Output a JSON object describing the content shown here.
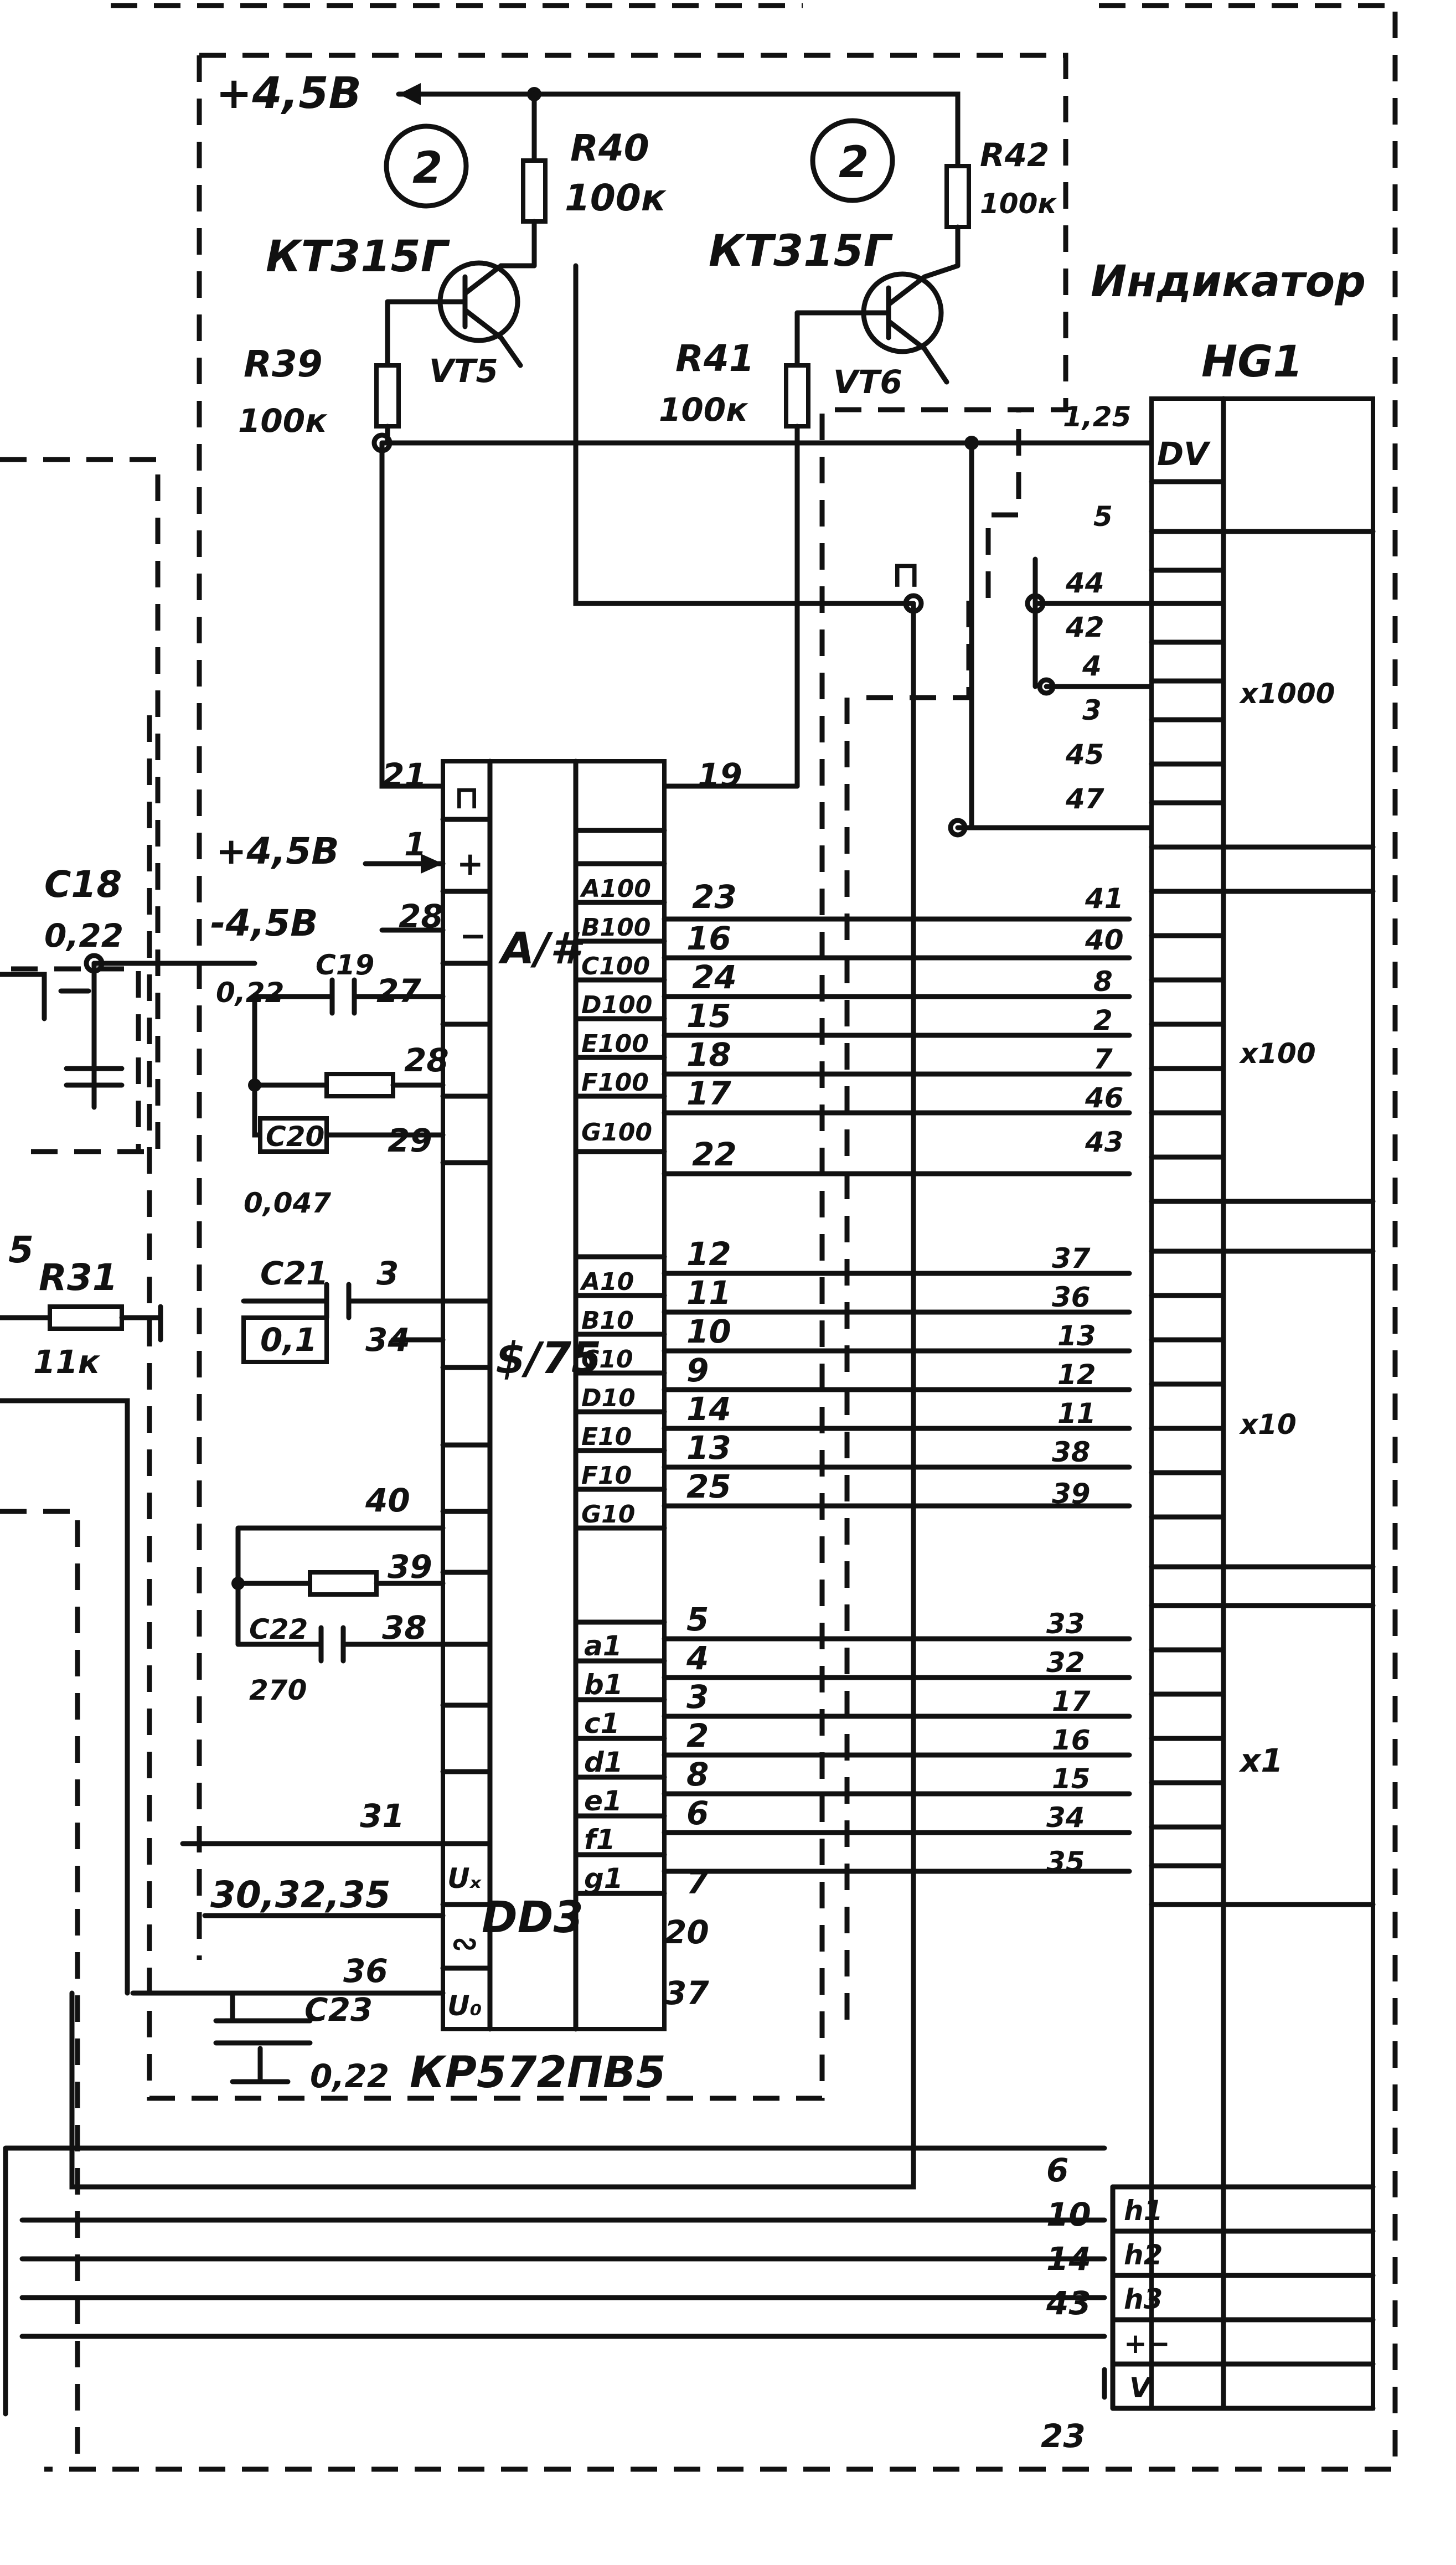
{
  "supply": {
    "plus": "+4,5В",
    "plus2": "+4,5В",
    "minus": "-4,5В",
    "mark": "2"
  },
  "transistors": {
    "vt5": {
      "type": "КТ315Г",
      "ref": "VT5"
    },
    "vt6": {
      "type": "КТ315Г",
      "ref": "VT6"
    }
  },
  "resistors": {
    "r39": {
      "ref": "R39",
      "value": "100к"
    },
    "r40": {
      "ref": "R40",
      "value": "100к"
    },
    "r41": {
      "ref": "R41",
      "value": "100к"
    },
    "r42": {
      "ref": "R42",
      "value": "100к"
    },
    "r31": {
      "ref": "R31",
      "value": "11к"
    }
  },
  "capacitors": {
    "c18": {
      "ref": "C18",
      "value": "0,22"
    },
    "c19": {
      "ref": "C19",
      "value": "0,22"
    },
    "c20": {
      "ref": "C20",
      "value": "0,047"
    },
    "c21": {
      "ref": "C21",
      "value": "0,1"
    },
    "c22": {
      "ref": "C22",
      "value": "270"
    },
    "c23": {
      "ref": "C23",
      "value": "0,22"
    }
  },
  "chip": {
    "ref": "DD3",
    "part": "КР572ПВ5",
    "func_top": "A/#",
    "func_mid": "$/75",
    "left_pins": [
      "21",
      "1",
      "28",
      "27",
      "28",
      "29",
      "3",
      "34",
      "40",
      "39",
      "38",
      "31",
      "30,32,35",
      "36"
    ],
    "left_symbols": [
      "⊓",
      "+",
      "−",
      "",
      "",
      "",
      "",
      "",
      "",
      "",
      "",
      "Uₓ",
      "∾",
      "U₀"
    ],
    "right_pins": [
      "19",
      "23",
      "16",
      "24",
      "15",
      "18",
      "17",
      "22",
      "12",
      "11",
      "10",
      "9",
      "14",
      "13",
      "25",
      "5",
      "4",
      "3",
      "2",
      "8",
      "6",
      "7",
      "20",
      "37"
    ],
    "seg_hundreds": [
      "A100",
      "B100",
      "C100",
      "D100",
      "E100",
      "F100",
      "G100"
    ],
    "seg_tens": [
      "A10",
      "B10",
      "C10",
      "D10",
      "E10",
      "F10",
      "G10"
    ],
    "seg_units": [
      "a1",
      "b1",
      "c1",
      "d1",
      "e1",
      "f1",
      "g1"
    ]
  },
  "indicator": {
    "title": "Индикатор",
    "ref": "HG1",
    "pin_top": "1,25",
    "dv": "DV",
    "mult_1000": "x1000",
    "mult_100": "x100",
    "mult_10": "x10",
    "mult_1": "x1",
    "group1000_pins": [
      "5",
      "44",
      "42",
      "4",
      "3",
      "45",
      "47"
    ],
    "group100_pins": [
      "41",
      "40",
      "8",
      "2",
      "7",
      "46",
      "43"
    ],
    "group10_pins": [
      "37",
      "36",
      "13",
      "12",
      "11",
      "38",
      "39"
    ],
    "group1_pins": [
      "33",
      "32",
      "17",
      "16",
      "15",
      "34",
      "35"
    ],
    "bottom_pins": [
      "6",
      "10",
      "14",
      "43",
      "23"
    ],
    "bottom_labels": [
      "h1",
      "h2",
      "h3",
      "+−",
      "V"
    ]
  },
  "misc": {
    "pulse": "⊓",
    "node5": "5"
  }
}
